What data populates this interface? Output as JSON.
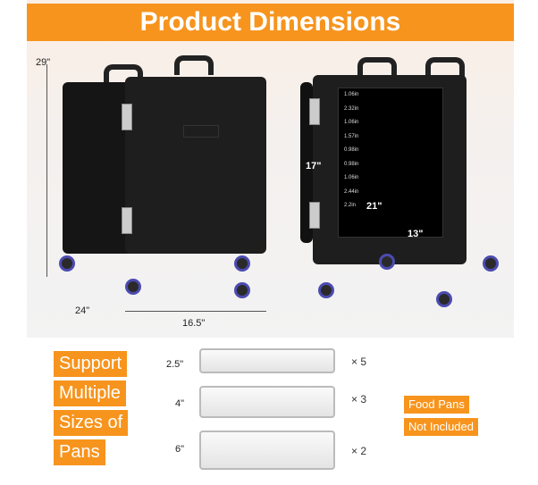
{
  "title": "Product Dimensions",
  "dimensions": {
    "height": "29\"",
    "depth": "24\"",
    "width": "16.5\"",
    "interior_height": "17\"",
    "interior_depth": "21\"",
    "interior_width": "13\""
  },
  "shelf_spacings": [
    "1.06in",
    "2.32in",
    "1.06in",
    "1.57in",
    "0.98in",
    "0.98in",
    "1.06in",
    "2.44in",
    "2.2in"
  ],
  "tags": [
    "Support",
    "Multiple",
    "Sizes of",
    "Pans"
  ],
  "pans": [
    {
      "depth": "2.5\"",
      "qty": "× 5"
    },
    {
      "depth": "4\"",
      "qty": "× 3"
    },
    {
      "depth": "6\"",
      "qty": "× 2"
    }
  ],
  "notes": [
    "Food Pans",
    "Not Included"
  ],
  "colors": {
    "accent": "#f7941d"
  }
}
